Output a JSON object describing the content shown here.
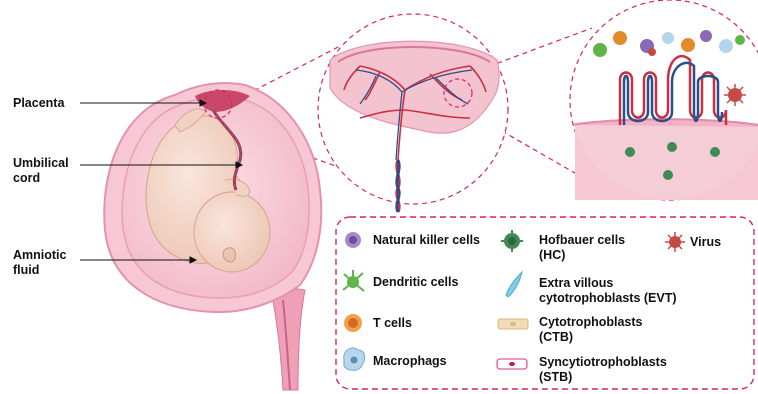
{
  "anatomy_labels": {
    "placenta": "Placenta",
    "umbilical_line1": "Umbilical",
    "umbilical_line2": "cord",
    "amniotic_line1": "Amniotic",
    "amniotic_line2": "fluid"
  },
  "legend": {
    "nk": "Natural killer cells",
    "dendritic": "Dendritic cells",
    "tcells": "T cells",
    "macro": "Macrophags",
    "hc_line1": "Hofbauer cells",
    "hc_line2": "(HC)",
    "evt_line1": "Extra villous",
    "evt_line2": "cytotrophoblasts (EVT)",
    "ctb_line1": "Cytotrophoblasts",
    "ctb_line2": "(CTB)",
    "stb_line1": "Syncytiotrophoblasts",
    "stb_line2": "(STB)",
    "virus": "Virus"
  },
  "colors": {
    "accent_dashed": "#d6246a",
    "uterus_outer": "#f2b7c7",
    "uterus_wall": "#e58aa6",
    "fetus_skin": "#f4d6c8",
    "vessel_red": "#c8313f",
    "vessel_blue": "#2a4f8a"
  },
  "icons": [
    "nk-cell-icon",
    "dendritic-cell-icon",
    "t-cell-icon",
    "macrophage-icon",
    "hofbauer-cell-icon",
    "evt-cell-icon",
    "ctb-cell-icon",
    "stb-cell-icon",
    "virus-icon"
  ]
}
